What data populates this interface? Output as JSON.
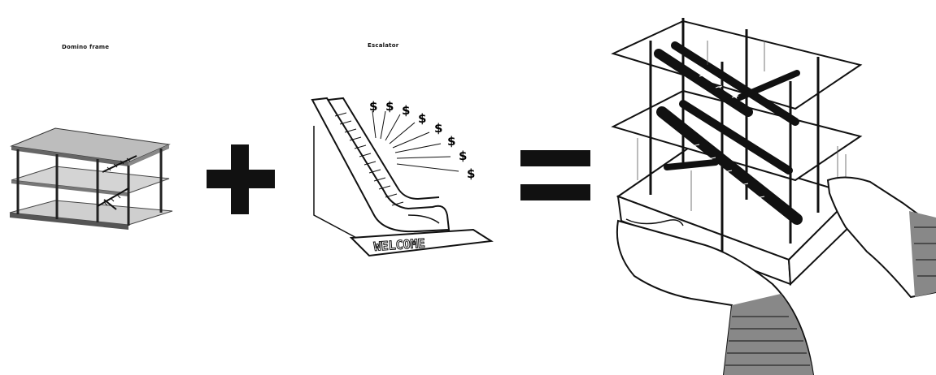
{
  "panels": {
    "domino": {
      "caption": "Domino frame",
      "icon": "domino-frame-illustration"
    },
    "operator_plus": {
      "icon": "plus-sign"
    },
    "escalator": {
      "caption": "Escalator",
      "icon": "escalator-illustration",
      "dollar_signs": [
        "$",
        "$",
        "$",
        "$",
        "$",
        "$",
        "$",
        "$"
      ],
      "mat_text": "WELCOME"
    },
    "operator_equals": {
      "icon": "equals-sign"
    },
    "result": {
      "icon": "hands-holding-stacked-escalator-frame-illustration"
    }
  },
  "colors": {
    "ink": "#111111",
    "paper": "#ffffff",
    "gray": "#9a9a9a"
  }
}
